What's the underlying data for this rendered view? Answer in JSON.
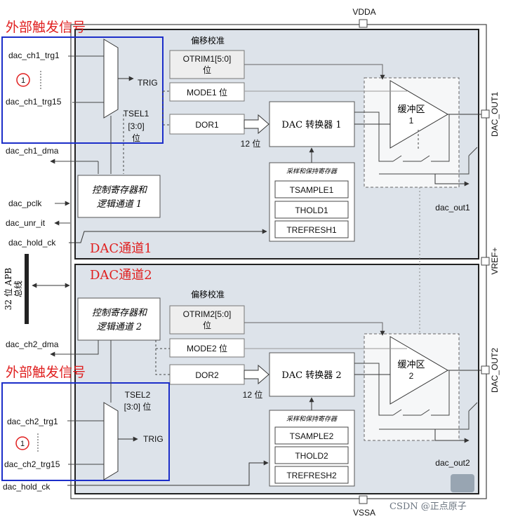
{
  "labels": {
    "vdda": "VDDA",
    "vssa": "VSSA",
    "dac_out1_pin": "DAC_OUT1",
    "dac_out2_pin": "DAC_OUT2",
    "vref": "VREF+",
    "apb_bus": "32 位 APB",
    "apb_bus2": "总线",
    "dac_ch1_dma": "dac_ch1_dma",
    "dac_pclk": "dac_pclk",
    "dac_unr_it": "dac_unr_it",
    "dac_hold_ck_1": "dac_hold_ck",
    "dac_hold_ck_2": "dac_hold_ck",
    "dac_ch2_dma": "dac_ch2_dma",
    "watermark": "CSDN @正点原子"
  },
  "ch1": {
    "ext_trigger": "外部触发信号",
    "trg_first": "dac_ch1_trg1",
    "trg_last": "dac_ch1_trg15",
    "circle_num": "1",
    "trig": "TRIG",
    "tsel_a": "TSEL1",
    "tsel_b": "[3:0]",
    "tsel_c": "位",
    "offset_cal": "偏移校准",
    "otrim_a": "OTRIM1[5:0]",
    "otrim_b": "位",
    "mode": "MODE1 位",
    "dor": "DOR1",
    "bits": "12 位",
    "dac_conv": "DAC 转换器 1",
    "buffer_a": "缓冲区",
    "buffer_b": "1",
    "sh_title": "采样和保持寄存器",
    "tsample": "TSAMPLE1",
    "thold": "THOLD1",
    "trefresh": "TREFRESH1",
    "ctrl_a": "控制寄存器和",
    "ctrl_b": "逻辑通道 1",
    "dac_out": "dac_out1",
    "channel_label": "DAC通道1"
  },
  "ch2": {
    "ext_trigger": "外部触发信号",
    "trg_first": "dac_ch2_trg1",
    "trg_last": "dac_ch2_trg15",
    "circle_num": "1",
    "trig": "TRIG",
    "tsel_a": "TSEL2",
    "tsel_b": "[3:0] 位",
    "offset_cal": "偏移校准",
    "otrim_a": "OTRIM2[5:0]",
    "otrim_b": "位",
    "mode": "MODE2 位",
    "dor": "DOR2",
    "bits": "12 位",
    "dac_conv": "DAC 转换器 2",
    "buffer_a": "缓冲区",
    "buffer_b": "2",
    "sh_title": "采样和保持寄存器",
    "tsample": "TSAMPLE2",
    "thold": "THOLD2",
    "trefresh": "TREFRESH2",
    "ctrl_a": "控制寄存器和",
    "ctrl_b": "逻辑通道 2",
    "dac_out": "dac_out2",
    "channel_label": "DAC通道2"
  },
  "colors": {
    "panel": "#dde3ea",
    "box": "#ffffff",
    "otrim_box": "#eeeeee",
    "highlight_red": "#e02020",
    "highlight_blue": "#1c2ec9",
    "line": "#444444"
  }
}
